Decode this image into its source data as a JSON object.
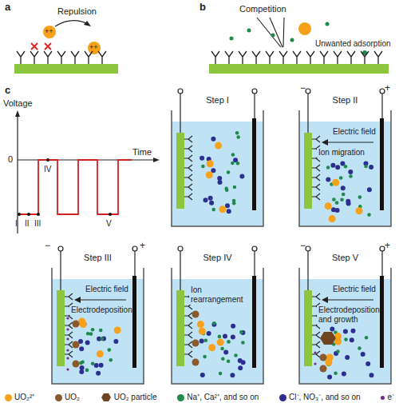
{
  "diagram": {
    "nodes": [
      {
        "text": [
          "Step I"
        ]
      },
      {
        "text": [
          "Step II",
          "Electric field",
          "Ion migration"
        ]
      },
      {
        "text": [
          "Step III",
          "Electric field",
          "Electrodeposition"
        ]
      },
      {
        "text": [
          "Step IV",
          "Ion rearrangement"
        ]
      },
      {
        "text": [
          "Step V",
          "Electric field",
          "Electrodeposition and growth"
        ]
      }
    ],
    "edges": [],
    "labels": [
      "a",
      "Repulsion",
      "++",
      "++",
      "b",
      "Competition",
      "Unwanted adsorption",
      "c",
      "Voltage",
      "0",
      "Time",
      "I",
      "II",
      "III",
      "IV",
      "V",
      "−",
      "+",
      "−",
      "+",
      "−",
      "+"
    ],
    "legend": [
      {
        "text": "UO₂²⁺",
        "color": "#f7a11a"
      },
      {
        "text": "UO₂",
        "color": "#8b5a2b"
      },
      {
        "text": "UO₂ particle"
      },
      {
        "text": "Na⁺, Ca²⁺, and so on",
        "color": "#1f8a4c"
      },
      {
        "text": "Cl⁻, NO₃⁻, and so on",
        "color": "#2c2f8f"
      },
      {
        "text": "e⁻",
        "color": "#7a2a8a"
      }
    ]
  }
}
